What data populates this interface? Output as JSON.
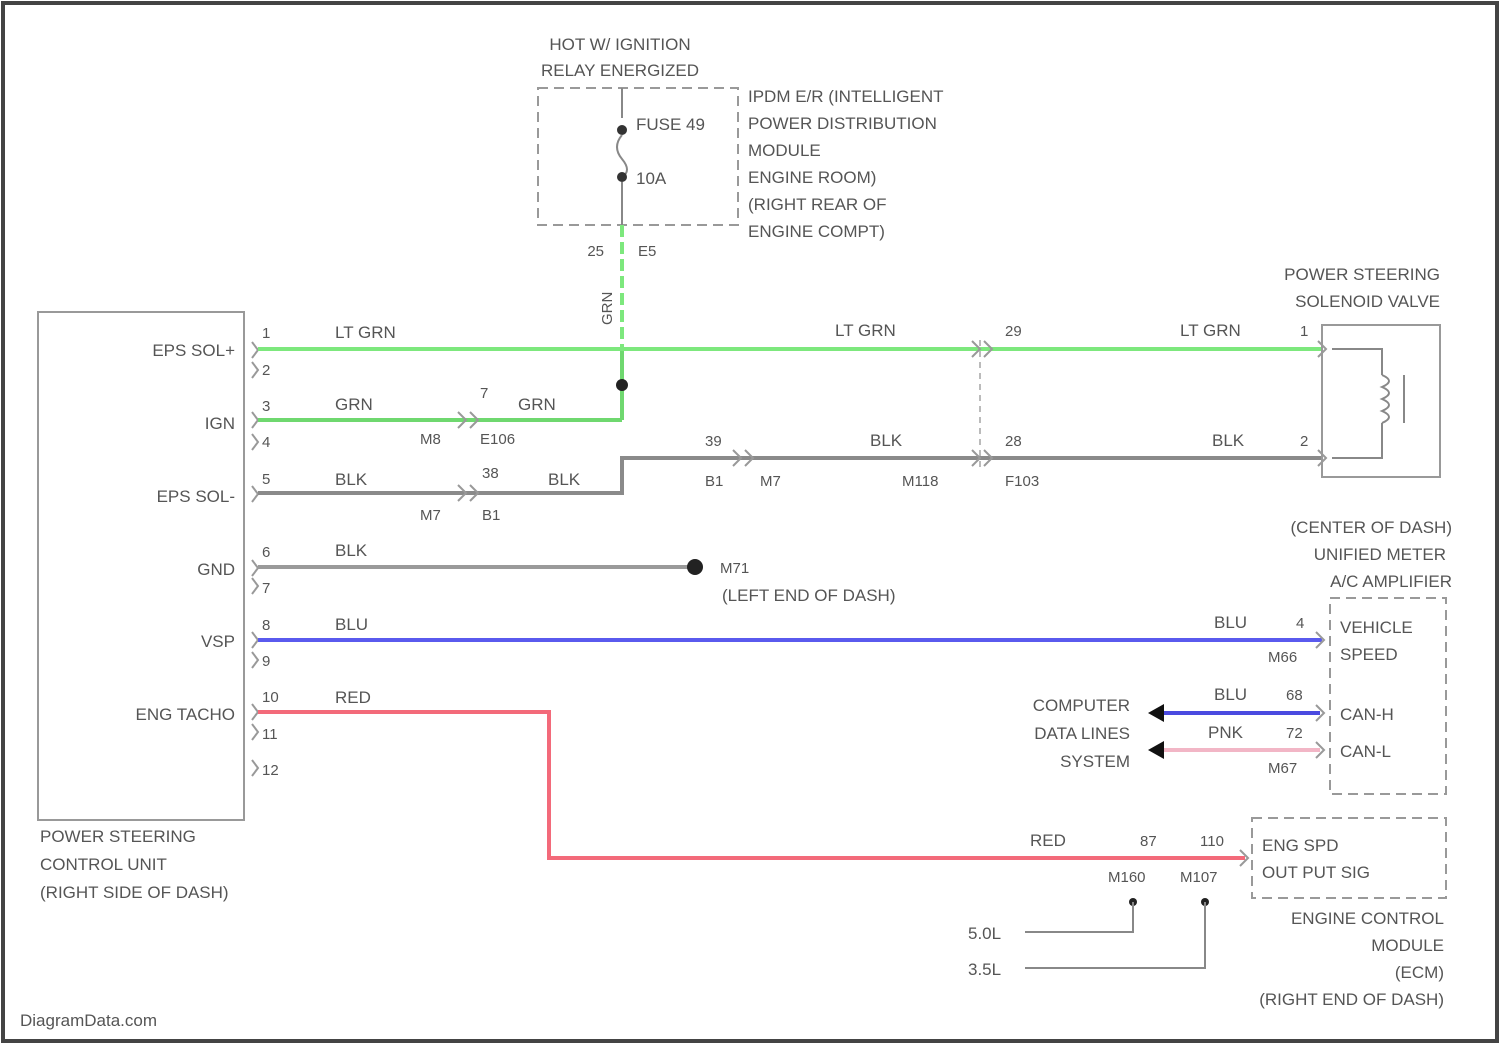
{
  "fuse_block": {
    "caption_lines": [
      "HOT W/ IGNITION",
      "RELAY ENERGIZED"
    ],
    "fuse_label": "FUSE 49",
    "fuse_rating": "10A",
    "module_lines": [
      "IPDM E/R (INTELLIGENT",
      "POWER DISTRIBUTION",
      "MODULE",
      "ENGINE ROOM)",
      "(RIGHT REAR OF",
      "ENGINE COMPT)"
    ],
    "connector_left": "25",
    "connector_right": "E5",
    "drop_wire_color": "GRN"
  },
  "control_unit": {
    "name_lines": [
      "POWER STEERING",
      "CONTROL UNIT",
      "(RIGHT SIDE OF DASH)"
    ],
    "pins": [
      {
        "num": "1",
        "label": "EPS SOL+"
      },
      {
        "num": "2",
        "label": ""
      },
      {
        "num": "3",
        "label": "IGN"
      },
      {
        "num": "4",
        "label": ""
      },
      {
        "num": "5",
        "label": "EPS SOL-"
      },
      {
        "num": "6",
        "label": "GND"
      },
      {
        "num": "7",
        "label": ""
      },
      {
        "num": "8",
        "label": "VSP"
      },
      {
        "num": "9",
        "label": ""
      },
      {
        "num": "10",
        "label": "ENG TACHO"
      },
      {
        "num": "11",
        "label": ""
      },
      {
        "num": "12",
        "label": ""
      }
    ]
  },
  "wires": {
    "eps_sol_plus": {
      "color_left": "LT GRN",
      "color_mid": "LT GRN",
      "color_right": "LT GRN",
      "connector_pin": "29",
      "end_pin": "1",
      "hex": "#7de87d"
    },
    "ign": {
      "color_left": "GRN",
      "color_right": "GRN",
      "connector_pin": "7",
      "connector_left": "M8",
      "connector_right": "E106",
      "hex": "#6fd86f"
    },
    "eps_sol_minus": {
      "color_left": "BLK",
      "color_mid1": "BLK",
      "color_mid2": "BLK",
      "color_right": "BLK",
      "pin_a": "38",
      "conn_a_left": "M7",
      "conn_a_right": "B1",
      "pin_b": "39",
      "conn_b_left": "B1",
      "conn_b_right": "M7",
      "conn_c_left": "M118",
      "pin_c": "28",
      "conn_c_right": "F103",
      "end_pin": "2",
      "hex": "#8a8a8a"
    },
    "gnd": {
      "color": "BLK",
      "ground_id": "M71",
      "ground_location": "(LEFT END OF DASH)",
      "hex": "#9a9a9a"
    },
    "vsp": {
      "color_left": "BLU",
      "color_right": "BLU",
      "end_pin": "4",
      "end_conn": "M66",
      "hex": "#5a5aee"
    },
    "tacho": {
      "color_left": "RED",
      "color_right": "RED",
      "pin_a": "87",
      "pin_b": "110",
      "conn_a": "M160",
      "conn_b": "M107",
      "hex": "#f36a7a"
    },
    "can_h": {
      "color": "BLU",
      "pin": "68",
      "hex": "#4a4ae0"
    },
    "can_l": {
      "color": "PNK",
      "pin": "72",
      "conn": "M67",
      "hex": "#f2b6c6"
    }
  },
  "solenoid": {
    "name_lines": [
      "POWER STEERING",
      "SOLENOID VALVE"
    ]
  },
  "meter": {
    "name_lines": [
      "(CENTER OF DASH)",
      "UNIFIED METER",
      "A/C AMPLIFIER"
    ],
    "vehicle_speed_lines": [
      "VEHICLE",
      "SPEED"
    ],
    "can_h_label": "CAN-H",
    "can_l_label": "CAN-L"
  },
  "computer_data": {
    "lines": [
      "COMPUTER",
      "DATA LINES",
      "SYSTEM"
    ]
  },
  "ecm": {
    "signal_lines": [
      "ENG SPD",
      "OUT PUT SIG"
    ],
    "name_lines": [
      "ENGINE CONTROL",
      "MODULE",
      "(ECM)",
      "(RIGHT END OF DASH)"
    ],
    "variant_a": "5.0L",
    "variant_b": "3.5L"
  },
  "watermark": "DiagramData.com"
}
